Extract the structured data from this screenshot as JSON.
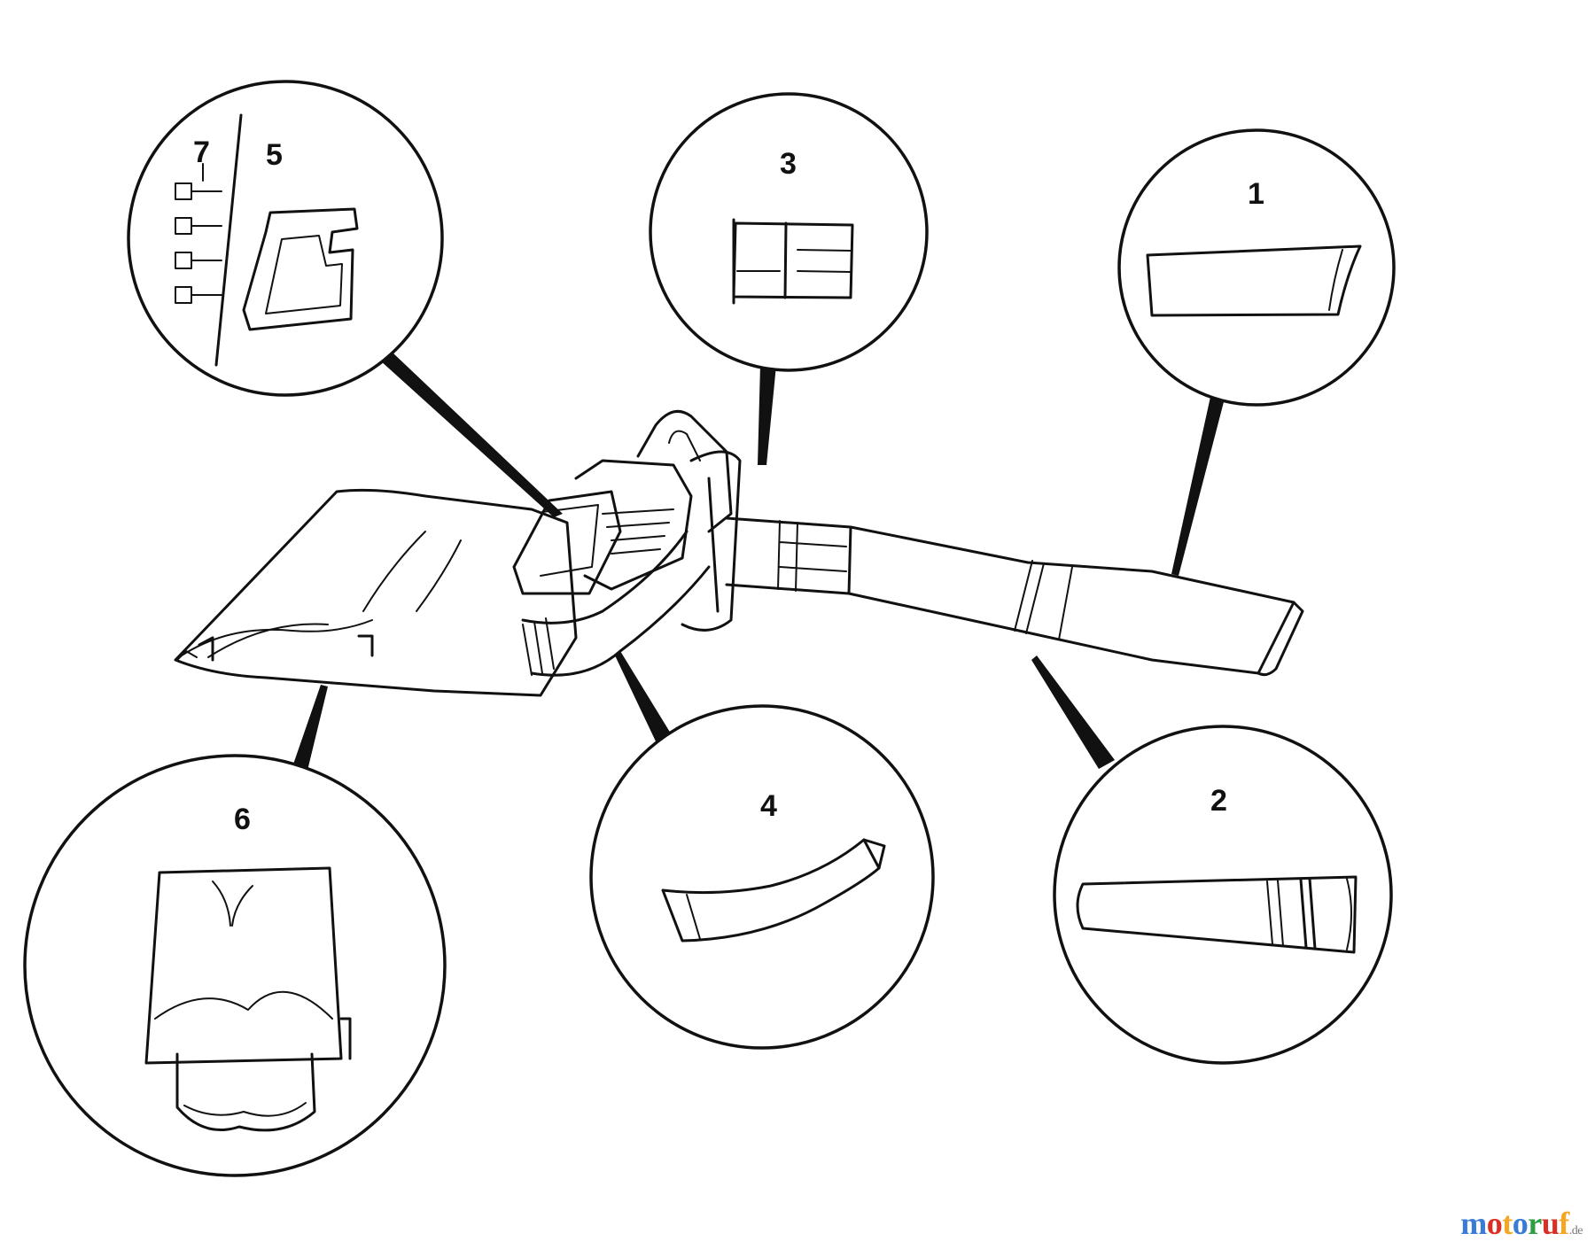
{
  "callouts": [
    {
      "id": "1",
      "label": "1",
      "part": "blower-tube"
    },
    {
      "id": "2",
      "label": "2",
      "part": "vacuum-tube"
    },
    {
      "id": "3",
      "label": "3",
      "part": "tube-connector"
    },
    {
      "id": "4",
      "label": "4",
      "part": "elbow-tube"
    },
    {
      "id": "5",
      "label": "5",
      "part": "auxiliary-handle"
    },
    {
      "id": "6",
      "label": "6",
      "part": "collection-bag"
    },
    {
      "id": "7",
      "label": "7",
      "part": "screws"
    }
  ],
  "watermark": {
    "parts": [
      {
        "char": "m",
        "color": "#3a7bd5"
      },
      {
        "char": "o",
        "color": "#d93025"
      },
      {
        "char": "t",
        "color": "#f5a623"
      },
      {
        "char": "o",
        "color": "#3a7bd5"
      },
      {
        "char": "r",
        "color": "#2e9e44"
      },
      {
        "char": "u",
        "color": "#d93025"
      },
      {
        "char": "f",
        "color": "#f5a623"
      }
    ],
    "tld": ".de"
  }
}
